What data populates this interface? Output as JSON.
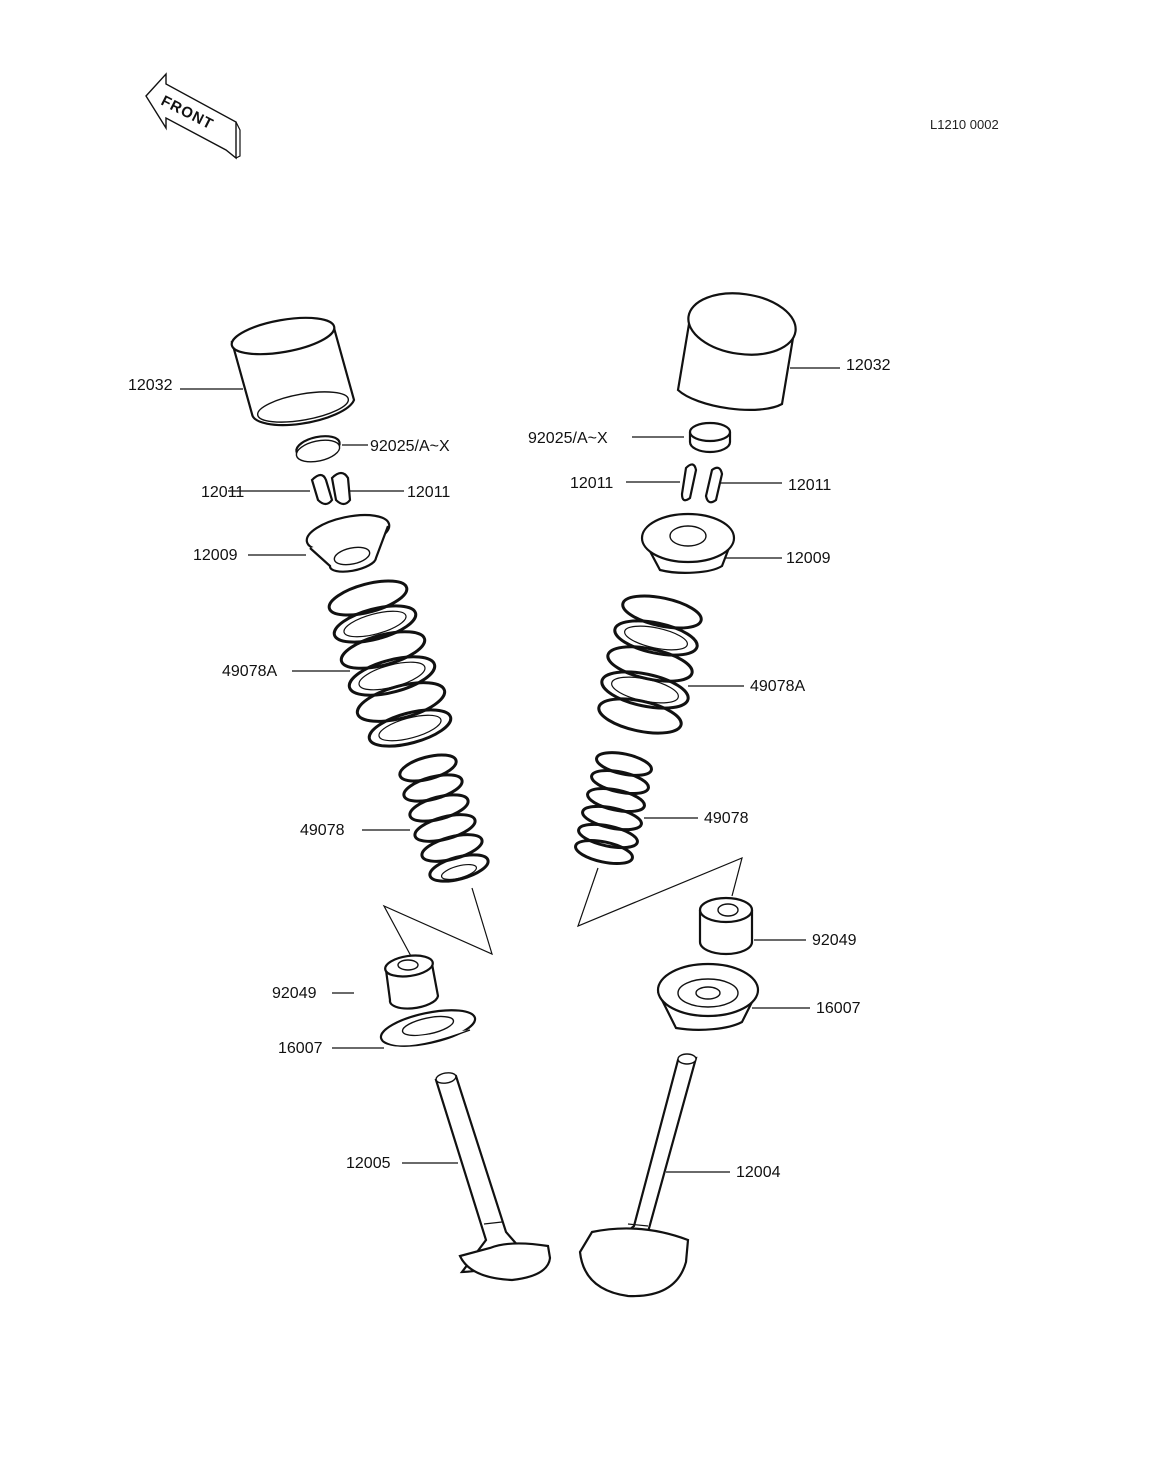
{
  "header": {
    "front_label": "FRONT",
    "drawing_code": "L1210 0002"
  },
  "labels": {
    "l_12032": "12032",
    "l_92025": "92025/A~X",
    "l_12011a": "12011",
    "l_12011b": "12011",
    "l_12009": "12009",
    "l_49078a": "49078A",
    "l_49078": "49078",
    "l_92049": "92049",
    "l_16007": "16007",
    "l_12005": "12005",
    "r_12032": "12032",
    "r_92025": "92025/A~X",
    "r_12011a": "12011",
    "r_12011b": "12011",
    "r_12009": "12009",
    "r_49078a": "49078A",
    "r_49078": "49078",
    "r_92049": "92049",
    "r_16007": "16007",
    "r_12004": "12004"
  }
}
